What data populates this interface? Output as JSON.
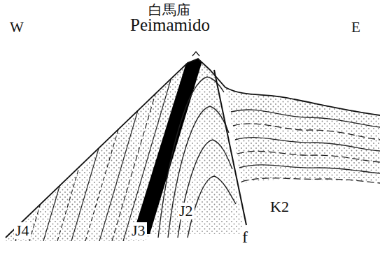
{
  "diagram": {
    "labels": [
      "白馬庙",
      "Peimamido",
      "W",
      "E",
      "J4",
      "J3",
      "J2",
      "K2",
      "f"
    ]
  }
}
